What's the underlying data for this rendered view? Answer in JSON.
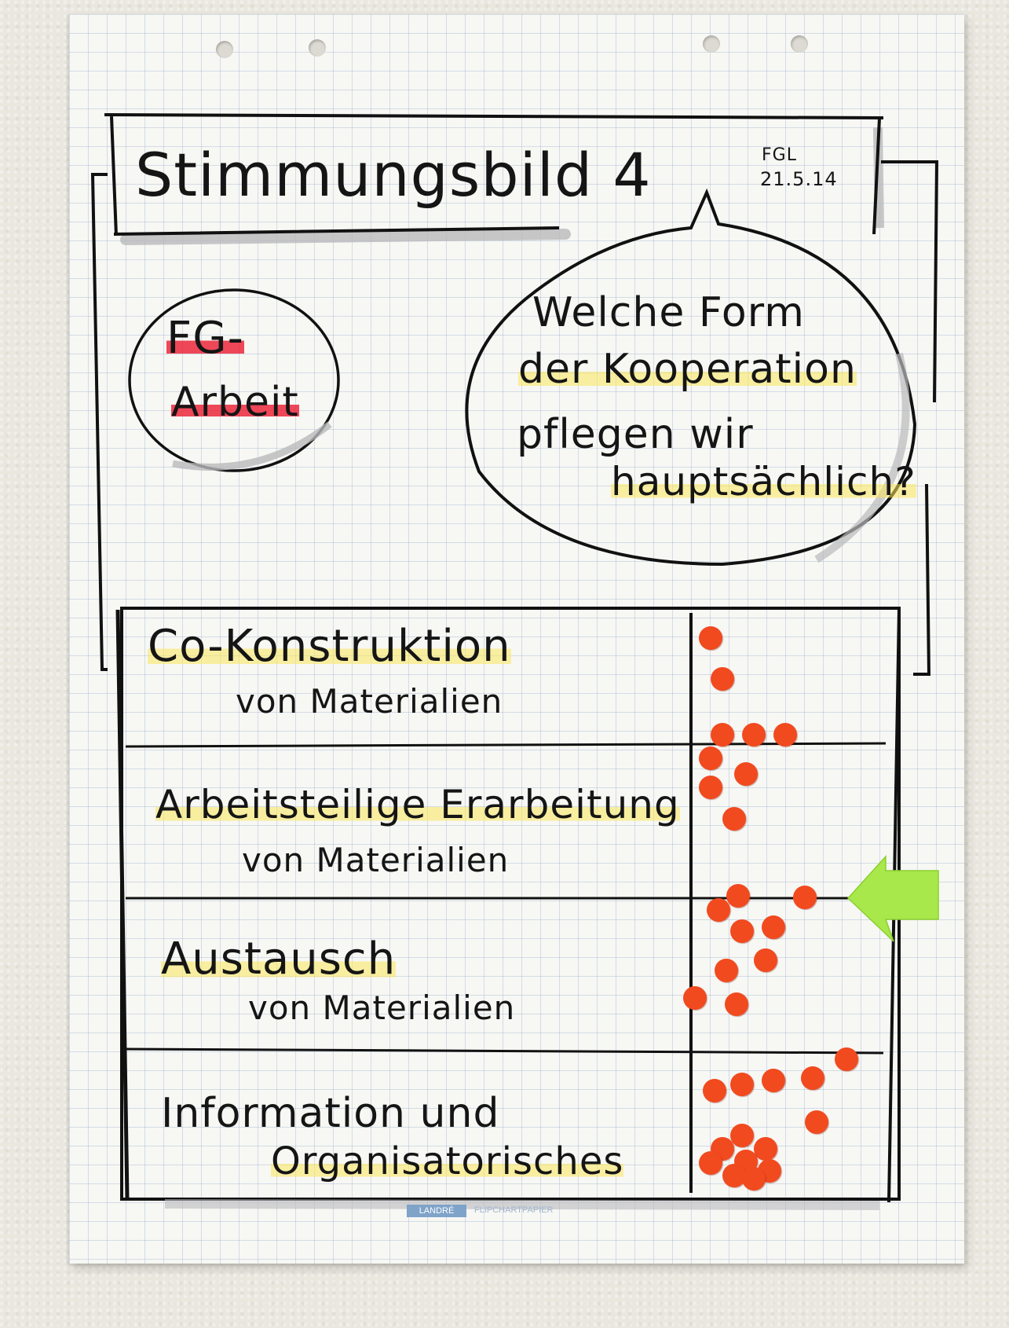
{
  "title": "Stimmungsbild 4",
  "author": "FGL",
  "date": "21.5.14",
  "badge": {
    "line1": "FG-",
    "line2": "Arbeit"
  },
  "question": {
    "line1": "Welche Form",
    "line2": "der Kooperation",
    "line3": "pflegen wir",
    "line4": "hauptsächlich?"
  },
  "rows": [
    {
      "label1": "Co-Konstruktion",
      "label2": "von Materialien",
      "votes": 2
    },
    {
      "label1": "Arbeitsteilige Erarbeitung",
      "label2": "von Materialien",
      "votes": 7
    },
    {
      "label1": "Austausch",
      "label2": "von Materialien",
      "votes": 9
    },
    {
      "label1": "Information und",
      "label2": "Organisatorisches",
      "votes": 14
    }
  ],
  "footer": {
    "brand": "LANDRÉ",
    "product": "FLIPCHARTPAPIER"
  },
  "colors": {
    "dot": "#f14a1f",
    "arrow": "#a8e84b",
    "highlight_yellow": "#fae65a",
    "highlight_red": "#eb283c",
    "ink": "#151515"
  }
}
